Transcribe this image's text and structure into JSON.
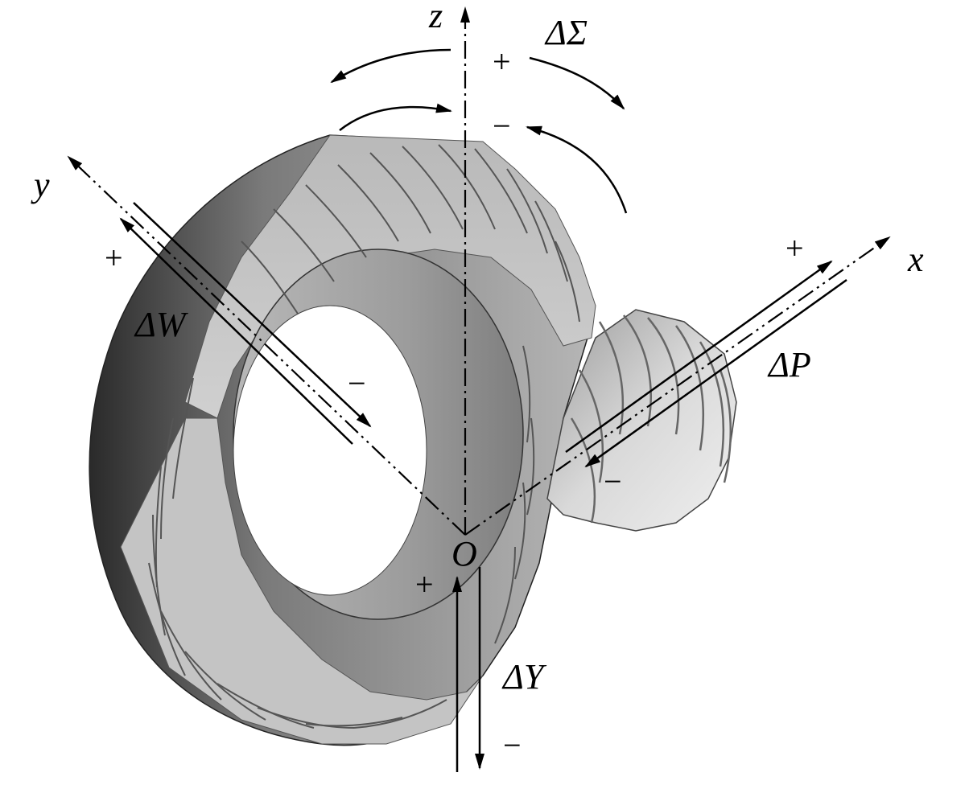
{
  "figure": {
    "axes": {
      "z": "z",
      "y": "y",
      "x": "x",
      "origin": "O"
    },
    "adjustments": {
      "shaft_angle": {
        "label": "ΔΣ",
        "plus": "+",
        "minus": "−"
      },
      "gear_axial": {
        "label": "ΔW",
        "plus": "+",
        "minus": "−"
      },
      "pinion_axial": {
        "label": "ΔP",
        "plus": "+",
        "minus": "−"
      },
      "offset": {
        "label": "ΔY",
        "plus": "+",
        "minus": "−"
      }
    },
    "colors": {
      "ink": "#000000",
      "gear_light": "#c9c9c9",
      "gear_mid": "#9a9a9a",
      "gear_dark": "#3a3a3a",
      "pinion_light": "#e4e4e4",
      "pinion_mid": "#bcbcbc",
      "background": "#ffffff"
    }
  }
}
